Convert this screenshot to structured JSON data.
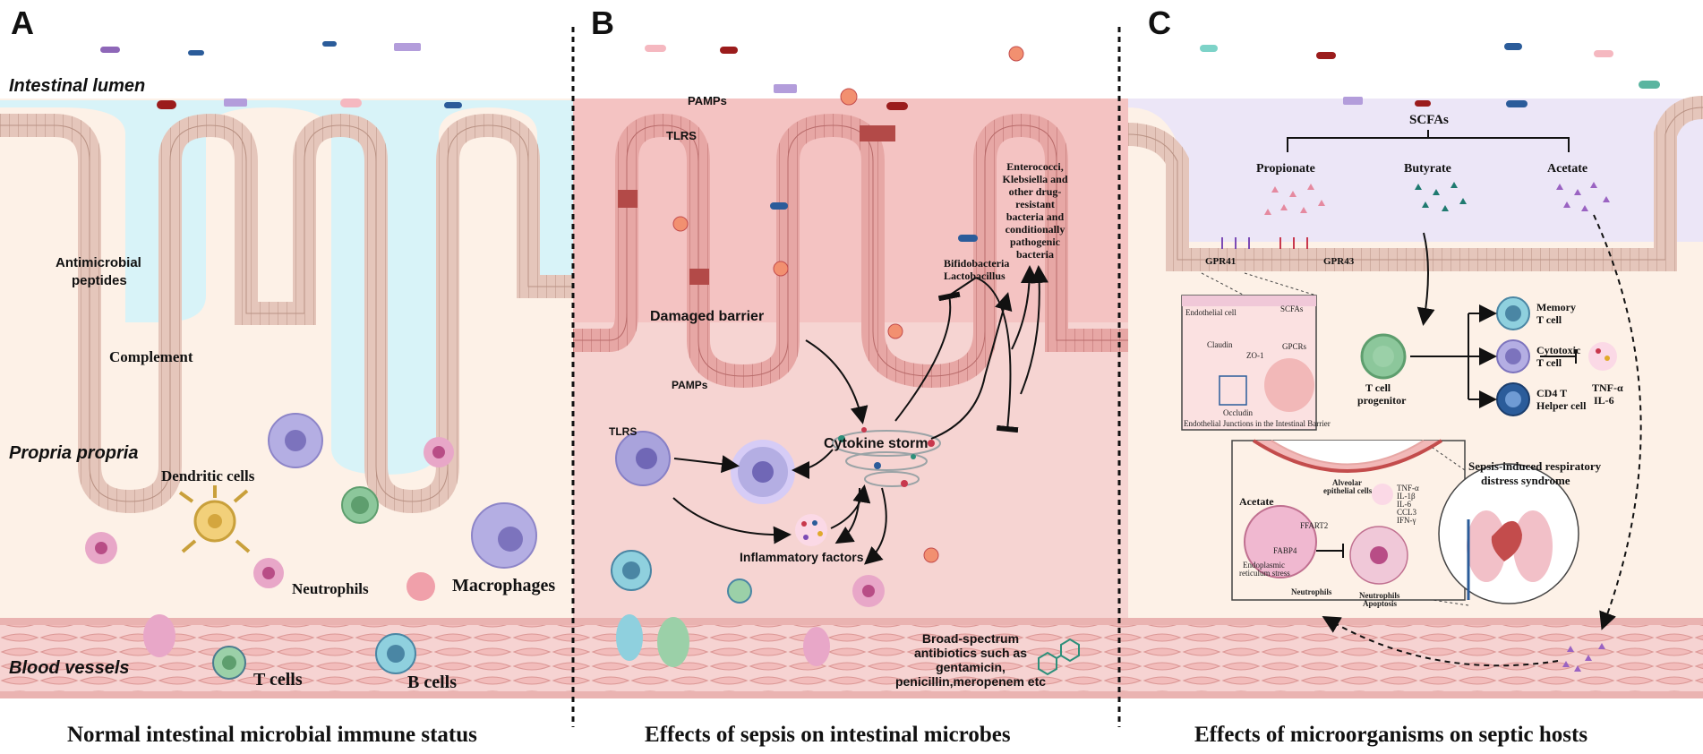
{
  "panels": {
    "a": {
      "letter": "A",
      "caption": "Normal intestinal microbial immune status",
      "zones": {
        "lumen": "Intestinal lumen",
        "propria": "Propria propria",
        "blood": "Blood vessels"
      },
      "labels": {
        "antimicrobial_1": "Antimicrobial",
        "antimicrobial_2": "peptides",
        "complement": "Complement",
        "dendritic": "Dendritic cells",
        "neutrophils": "Neutrophils",
        "macrophages": "Macrophages",
        "tcells": "T cells",
        "bcells": "B cells"
      }
    },
    "b": {
      "letter": "B",
      "caption": "Effects of sepsis on intestinal microbes",
      "labels": {
        "pamps_top": "PAMPs",
        "tlrs_top": "TLRS",
        "damaged": "Damaged barrier",
        "tlrs_low": "TLRS",
        "pamps_low": "PAMPs",
        "storm": "Cytokine storm",
        "inflam": "Inflammatory factors",
        "bifido_1": "Bifidobacteria",
        "bifido_2": "Lactobacillus",
        "entero": [
          "Enterococci,",
          "Klebsiella and",
          "other drug-",
          "resistant",
          "bacteria and",
          "conditionally",
          "pathogenic",
          "bacteria"
        ],
        "antibio": [
          "Broad-spectrum",
          "antibiotics such as",
          "gentamicin,",
          "penicillin,meropenem etc"
        ]
      }
    },
    "c": {
      "letter": "C",
      "caption": "Effects of microorganisms on septic hosts",
      "labels": {
        "scfas": "SCFAs",
        "propionate": "Propionate",
        "butyrate": "Butyrate",
        "acetate": "Acetate",
        "gpr41": "GPR41",
        "gpr43": "GPR43",
        "memory_1": "Memory",
        "memory_2": "T cell",
        "cyto_1": "Cytotoxic",
        "cyto_2": "T cell",
        "cd4_1": "CD4 T",
        "cd4_2": "Helper cell",
        "tprog_1": "T cell",
        "tprog_2": "progenitor",
        "tnf": "TNF-α",
        "il6": "IL-6",
        "inset_endo": "Endothelial cell",
        "inset_scfas": "SCFAs",
        "inset_gpcrs": "GPCRs",
        "inset_claudin": "Claudin",
        "inset_zo1": "ZO-1",
        "inset_occludin": "Occludin",
        "inset_caption": "Endothelial Junctions in the Intestinal Barrier",
        "ards_1": "Sepsis-induced respiratory",
        "ards_2": "distress syndrome",
        "lung_acetate": "Acetate",
        "ffart2": "FFART2",
        "fabp4": "FABP4",
        "er_1": "Endoplasmic",
        "er_2": "reticulum stress",
        "neutro": "Neutrophils",
        "alv_1": "Alveolar",
        "alv_2": "epithelial cells",
        "cyt_list": [
          "TNF-α",
          "IL-1β",
          "IL-6",
          "CCL3",
          "IFN-γ"
        ],
        "neu_apo_1": "Neutrophils",
        "neu_apo_2": "Apoptosis"
      }
    }
  },
  "colors": {
    "lumen": "#d8f3f8",
    "epithelium": "#e7cbc0",
    "propria": "#fdf1e7",
    "blood": "#f6d3d2",
    "sepsis": "#f6d4d2",
    "purple_cell": "#a9a3dc",
    "green_cell": "#8cc79b"
  }
}
